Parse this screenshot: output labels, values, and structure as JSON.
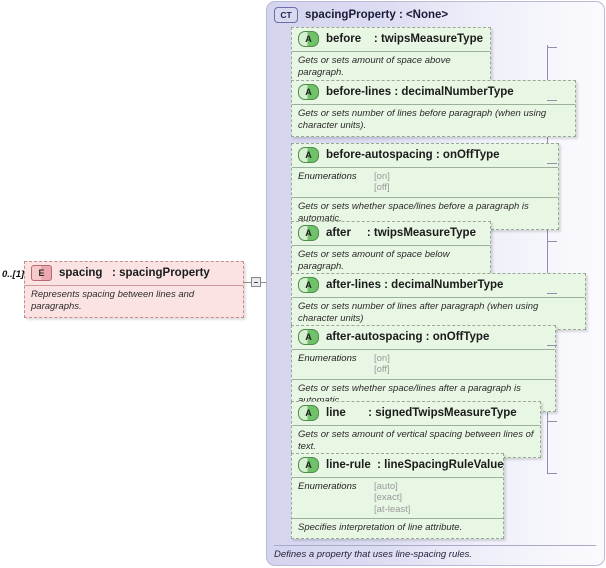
{
  "element": {
    "cardinality": "0..[1]",
    "badge": "E",
    "name": "spacing   : spacingProperty",
    "description": "Represents spacing between lines and paragraphs."
  },
  "complex_type": {
    "badge": "CT",
    "title": "spacingProperty : <None>",
    "footer": "Defines a property that uses line-spacing rules.",
    "enum_label": "Enumerations"
  },
  "attributes": [
    {
      "badge": "A",
      "name": "before    : twipsMeasureType",
      "description": "Gets or sets amount of space above paragraph.",
      "enumerations": []
    },
    {
      "badge": "A",
      "name": "before-lines : decimalNumberType",
      "description": "Gets or sets number of lines before paragraph (when using character units).",
      "enumerations": []
    },
    {
      "badge": "A",
      "name": "before-autospacing : onOffType",
      "description": "Gets or sets whether space/lines before a paragraph is automatic.",
      "enumerations": [
        "[on]",
        "[off]"
      ]
    },
    {
      "badge": "A",
      "name": "after     : twipsMeasureType",
      "description": "Gets or sets amount of space below paragraph.",
      "enumerations": []
    },
    {
      "badge": "A",
      "name": "after-lines : decimalNumberType",
      "description": "Gets or sets number of lines after paragraph (when using character units)",
      "enumerations": []
    },
    {
      "badge": "A",
      "name": "after-autospacing : onOffType",
      "description": "Gets or sets whether space/lines after a paragraph is automatic.",
      "enumerations": [
        "[on]",
        "[off]"
      ]
    },
    {
      "badge": "A",
      "name": "line       : signedTwipsMeasureType",
      "description": "Gets or sets amount of vertical spacing between lines of text.",
      "enumerations": []
    },
    {
      "badge": "A",
      "name": "line-rule  : lineSpacingRuleValue",
      "description": "Specifies interpretation of line attribute.",
      "enumerations": [
        "[auto]",
        "[exact]",
        "[at-least]"
      ]
    }
  ],
  "colors": {
    "element_fill": "#fbe3e3",
    "attribute_fill": "#e8f6e4",
    "panel_fill": "#dcdcf2",
    "enum_text": "#9a9a9a"
  }
}
